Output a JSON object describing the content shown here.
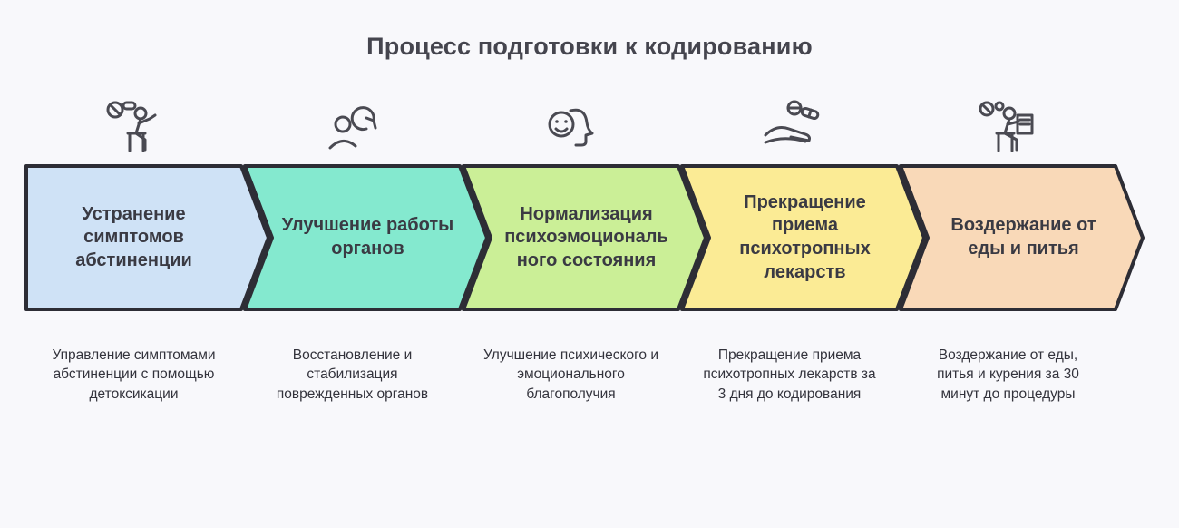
{
  "title": "Процесс подготовки к кодированию",
  "colors": {
    "background": "#f8f8fb",
    "border": "#2d2d35",
    "title_text": "#45454e",
    "label_text": "#3a3a43",
    "description_text": "#33333c"
  },
  "steps": [
    {
      "label": "Устранение симптомов абстиненции",
      "description": "Управление симптомами абстиненции с помощью детоксикации",
      "fill": "#cfe2f6",
      "icon": "no-substance-seated-person-icon"
    },
    {
      "label": "Улучшение работы органов",
      "description": "Восстановление и стабилизация поврежденных органов",
      "fill": "#84e9cf",
      "icon": "person-recovery-cycle-icon"
    },
    {
      "label": "Нормализация психоэмоционального состояния",
      "description": "Улучшение психического и эмоционального благополучия",
      "fill": "#cbef97",
      "icon": "head-smile-icon"
    },
    {
      "label": "Прекращение приема психотропных лекарств",
      "description": "Прекращение приема психотропных лекарств за 3 дня до кодирования",
      "fill": "#fbeb95",
      "icon": "hand-with-pills-icon"
    },
    {
      "label": "Воздержание от еды и питья",
      "description": "Воздержание от еды, питья и курения за 30 минут до процедуры",
      "fill": "#f9d9b8",
      "icon": "no-pills-person-reading-icon"
    }
  ]
}
